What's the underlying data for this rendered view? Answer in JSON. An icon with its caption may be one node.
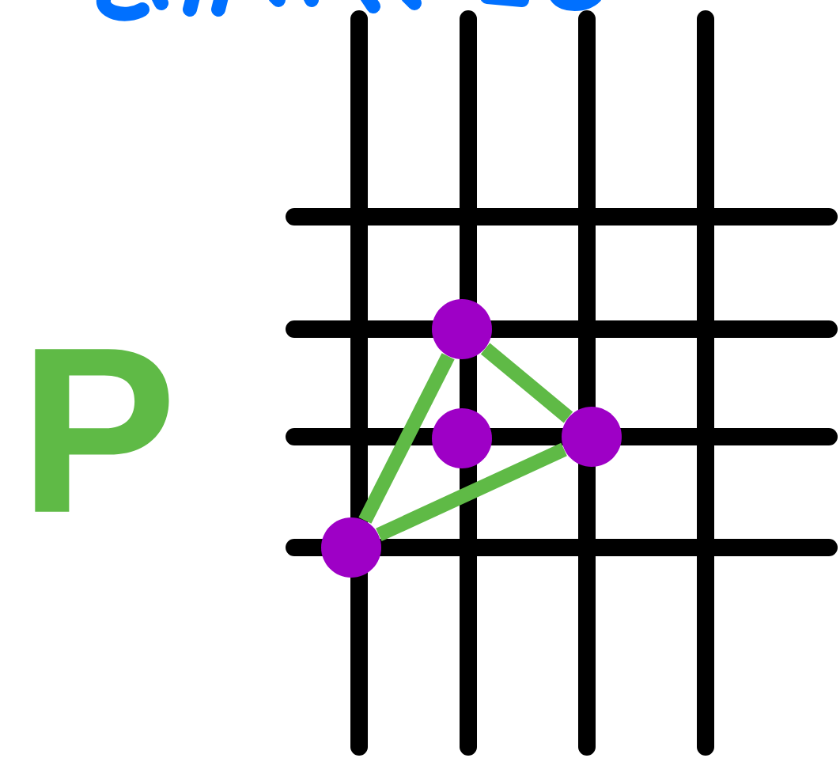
{
  "diagram": {
    "nodes": [
      {
        "text": [],
        "shape": "circle"
      },
      {
        "text": [],
        "shape": "circle"
      },
      {
        "text": [],
        "shape": "circle"
      },
      {
        "text": [],
        "shape": "circle"
      }
    ],
    "edges": [
      {
        "from": 0,
        "to": 2,
        "arrow": "none"
      },
      {
        "from": 2,
        "to": 3,
        "arrow": "none"
      },
      {
        "from": 3,
        "to": 0,
        "arrow": "none"
      }
    ],
    "labels": [
      "P"
    ]
  }
}
